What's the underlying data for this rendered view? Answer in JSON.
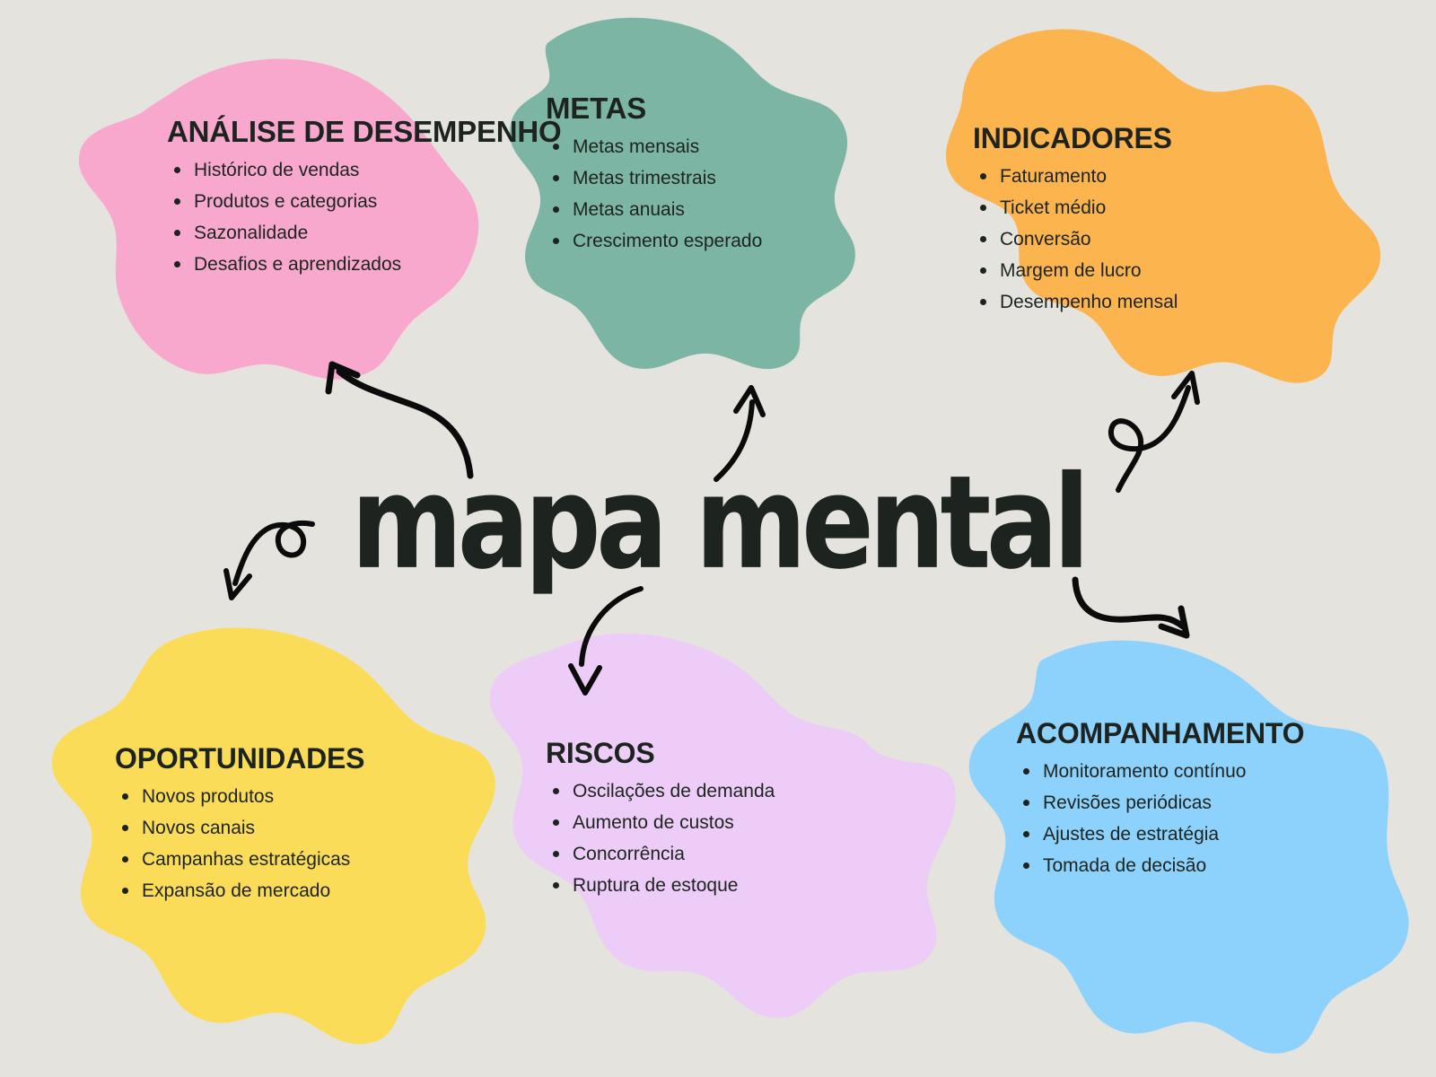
{
  "canvas": {
    "title": "mapa mental",
    "background_color": "#E5E3DE",
    "text_color": "#1D241F"
  },
  "nodes": [
    {
      "id": "analise",
      "title": "ANÁLISE DE DESEMPENHO",
      "color": "#F9A8CD",
      "items": [
        "Histórico de vendas",
        "Produtos e categorias",
        "Sazonalidade",
        "Desafios e aprendizados"
      ]
    },
    {
      "id": "metas",
      "title": "METAS",
      "color": "#7DB5A5",
      "items": [
        "Metas mensais",
        "Metas trimestrais",
        "Metas anuais",
        "Crescimento esperado"
      ]
    },
    {
      "id": "indicadores",
      "title": "INDICADORES",
      "color": "#FCB44F",
      "items": [
        "Faturamento",
        "Ticket médio",
        "Conversão",
        "Margem de lucro",
        "Desempenho mensal"
      ]
    },
    {
      "id": "oportunidades",
      "title": "OPORTUNIDADES",
      "color": "#FBDC58",
      "items": [
        "Novos produtos",
        "Novos canais",
        "Campanhas estratégicas",
        "Expansão de mercado"
      ]
    },
    {
      "id": "riscos",
      "title": "RISCOS",
      "color": "#EDCCF7",
      "items": [
        "Oscilações de demanda",
        "Aumento de custos",
        "Concorrência",
        "Ruptura de estoque"
      ]
    },
    {
      "id": "acompanhamento",
      "title": "ACOMPANHAMENTO",
      "color": "#8CD2FC",
      "items": [
        "Monitoramento contínuo",
        "Revisões periódicas",
        "Ajustes de estratégia",
        "Tomada de decisão"
      ]
    }
  ],
  "connectors": [
    {
      "id": "to-analise",
      "style": "curved-arrow",
      "color": "#0B0B0B"
    },
    {
      "id": "to-metas",
      "style": "curved-arrow",
      "color": "#0B0B0B"
    },
    {
      "id": "to-indicadores",
      "style": "looped-arrow",
      "color": "#0B0B0B"
    },
    {
      "id": "to-oportunidades",
      "style": "looped-arrow",
      "color": "#0B0B0B"
    },
    {
      "id": "to-riscos",
      "style": "curved-arrow",
      "color": "#0B0B0B"
    },
    {
      "id": "to-acompanhamento",
      "style": "curved-arrow",
      "color": "#0B0B0B"
    }
  ]
}
